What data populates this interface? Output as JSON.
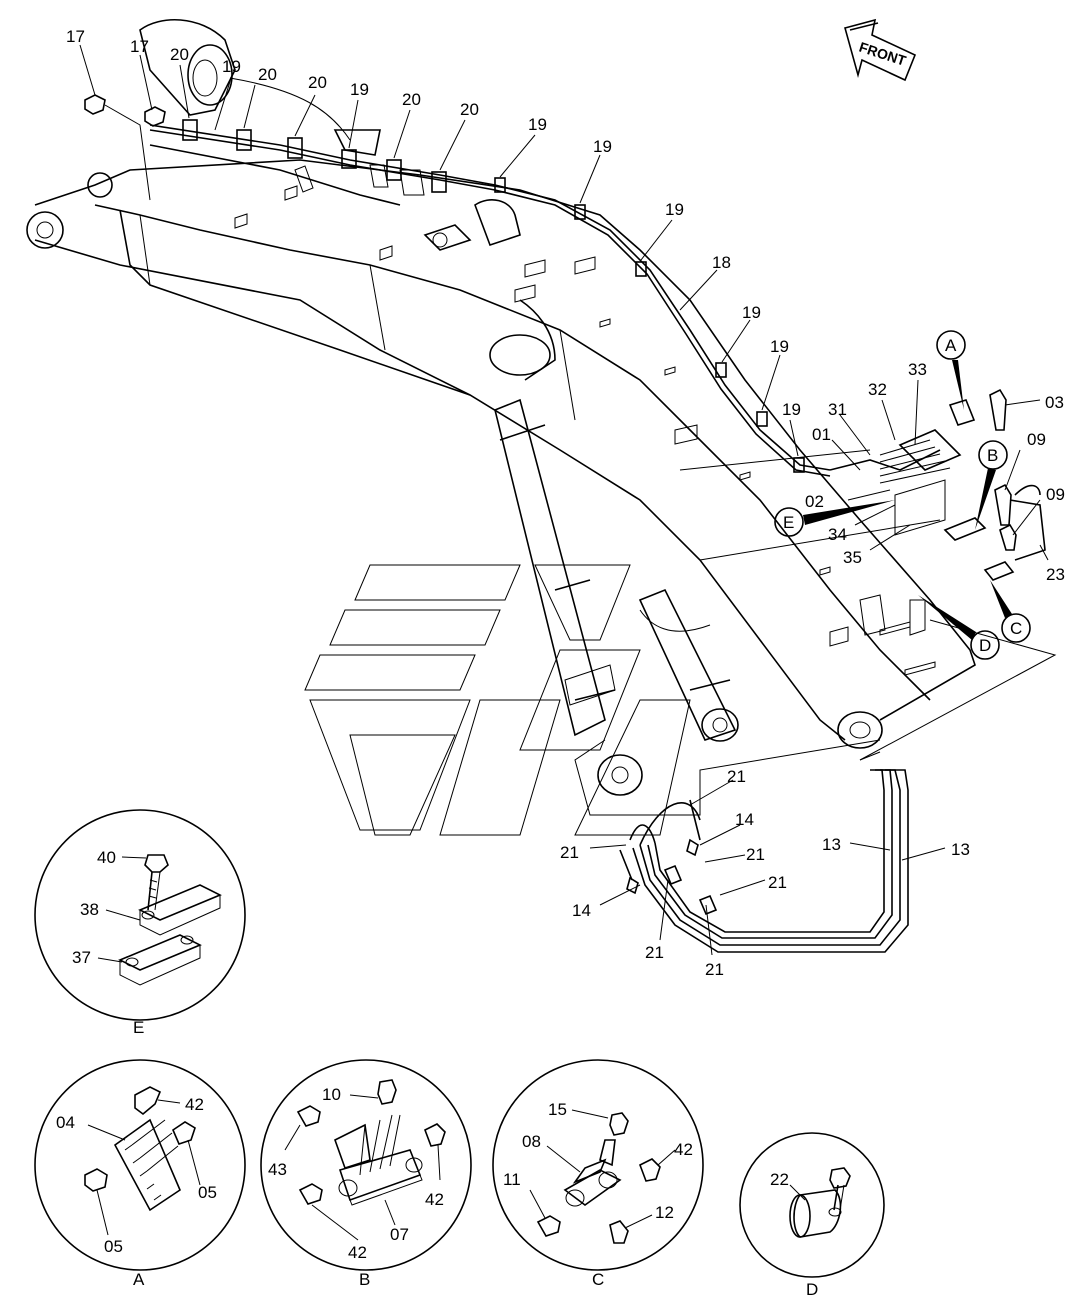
{
  "front_label": "FRONT",
  "callouts": {
    "c17a": "17",
    "c17b": "17",
    "c20a": "20",
    "c20b": "20",
    "c20c": "20",
    "c20d": "20",
    "c20e": "20",
    "c19a": "19",
    "c19b": "19",
    "c19c": "19",
    "c19d": "19",
    "c19e": "19",
    "c19f": "19",
    "c19g": "19",
    "c19h": "19",
    "c18": "18",
    "c31": "31",
    "c32": "32",
    "c33": "33",
    "c01": "01",
    "c02": "02",
    "c34": "34",
    "c35": "35",
    "c03": "03",
    "c09a": "09",
    "c09b": "09",
    "c23": "23",
    "c13a": "13",
    "c13b": "13",
    "c21a": "21",
    "c21b": "21",
    "c21c": "21",
    "c21d": "21",
    "c21e": "21",
    "c21f": "21",
    "c14a": "14",
    "c14b": "14"
  },
  "detail_markers": {
    "A": "A",
    "B": "B",
    "C": "C",
    "D": "D",
    "E": "E"
  },
  "details": {
    "E": {
      "title": "E",
      "parts": [
        "40",
        "38",
        "37"
      ]
    },
    "A": {
      "title": "A",
      "parts": [
        "04",
        "42",
        "05",
        "05"
      ]
    },
    "B": {
      "title": "B",
      "parts": [
        "10",
        "43",
        "42",
        "42",
        "07"
      ]
    },
    "C": {
      "title": "C",
      "parts": [
        "15",
        "08",
        "42",
        "11",
        "12"
      ]
    },
    "D": {
      "title": "D",
      "parts": [
        "22"
      ]
    }
  }
}
